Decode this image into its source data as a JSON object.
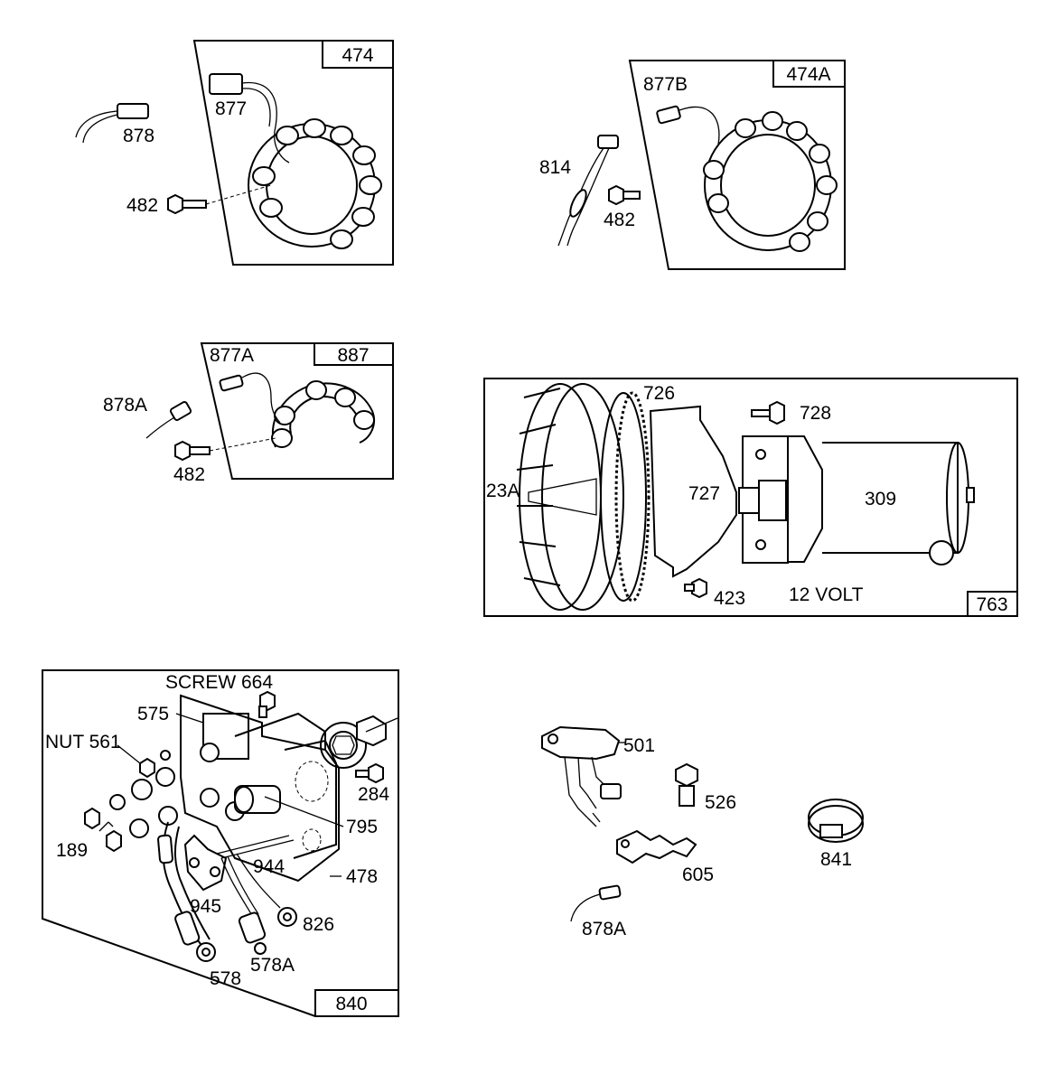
{
  "kits": {
    "k474": "474",
    "k474a": "474A",
    "k887": "887",
    "k763": "763",
    "k840": "840"
  },
  "labels": {
    "p877": "877",
    "p878": "878",
    "p482_a": "482",
    "p877b": "877B",
    "p814": "814",
    "p482_b": "482",
    "p877a": "877A",
    "p878a_a": "878A",
    "p482_c": "482",
    "p726": "726",
    "p728": "728",
    "p23a": "23A",
    "p727": "727",
    "p309": "309",
    "p423": "423",
    "volt": "12 VOLT",
    "screw664": "SCREW 664",
    "p575": "575",
    "nut561": "NUT 561",
    "p284": "284",
    "p795": "795",
    "p189": "189",
    "p944": "944",
    "p478": "478",
    "p945": "945",
    "p826": "826",
    "p578": "578",
    "p578a": "578A",
    "p501": "501",
    "p526": "526",
    "p841": "841",
    "p605": "605",
    "p878a_b": "878A"
  }
}
